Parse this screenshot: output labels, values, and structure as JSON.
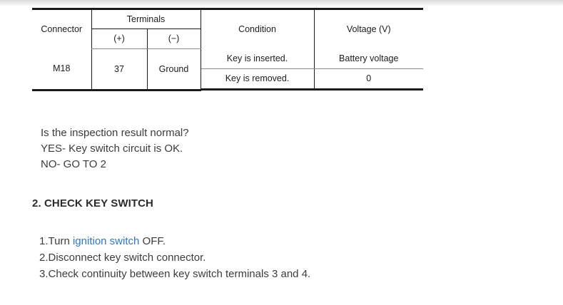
{
  "document": {
    "table": {
      "caption_columns": {
        "connector": "Connector",
        "terminals": "Terminals",
        "terminal_positive": "(+)",
        "terminal_negative": "(−)",
        "condition": "Condition",
        "voltage": "Voltage (V)"
      },
      "rows": [
        {
          "connector": "M18",
          "terminal_positive": "37",
          "terminal_negative": "Ground",
          "condition": "Key is inserted.",
          "voltage": "Battery voltage"
        },
        {
          "condition": "Key is removed.",
          "voltage": "0"
        }
      ]
    },
    "prose": {
      "line1": "Is the inspection result normal?",
      "line2": "YES- Key switch circuit is OK.",
      "line3": "NO- GO TO 2"
    },
    "heading": "2. CHECK KEY SWITCH",
    "steps": [
      {
        "number": "1.",
        "text_before": "Turn ",
        "link": "ignition switch",
        "text_after": " OFF."
      },
      {
        "number": "2.",
        "text_before": "Disconnect key switch connector.",
        "link": "",
        "text_after": ""
      },
      {
        "number": "3.",
        "text_before": "Check continuity between key switch terminals 3 and 4.",
        "link": "",
        "text_after": ""
      }
    ]
  },
  "colors": {
    "link": "#2f75c4",
    "body_text": "#3c3c3c",
    "table_text": "#1c1c1c",
    "rule_dark": "#1a1a1a",
    "rule_gray": "#8a8a8a"
  }
}
